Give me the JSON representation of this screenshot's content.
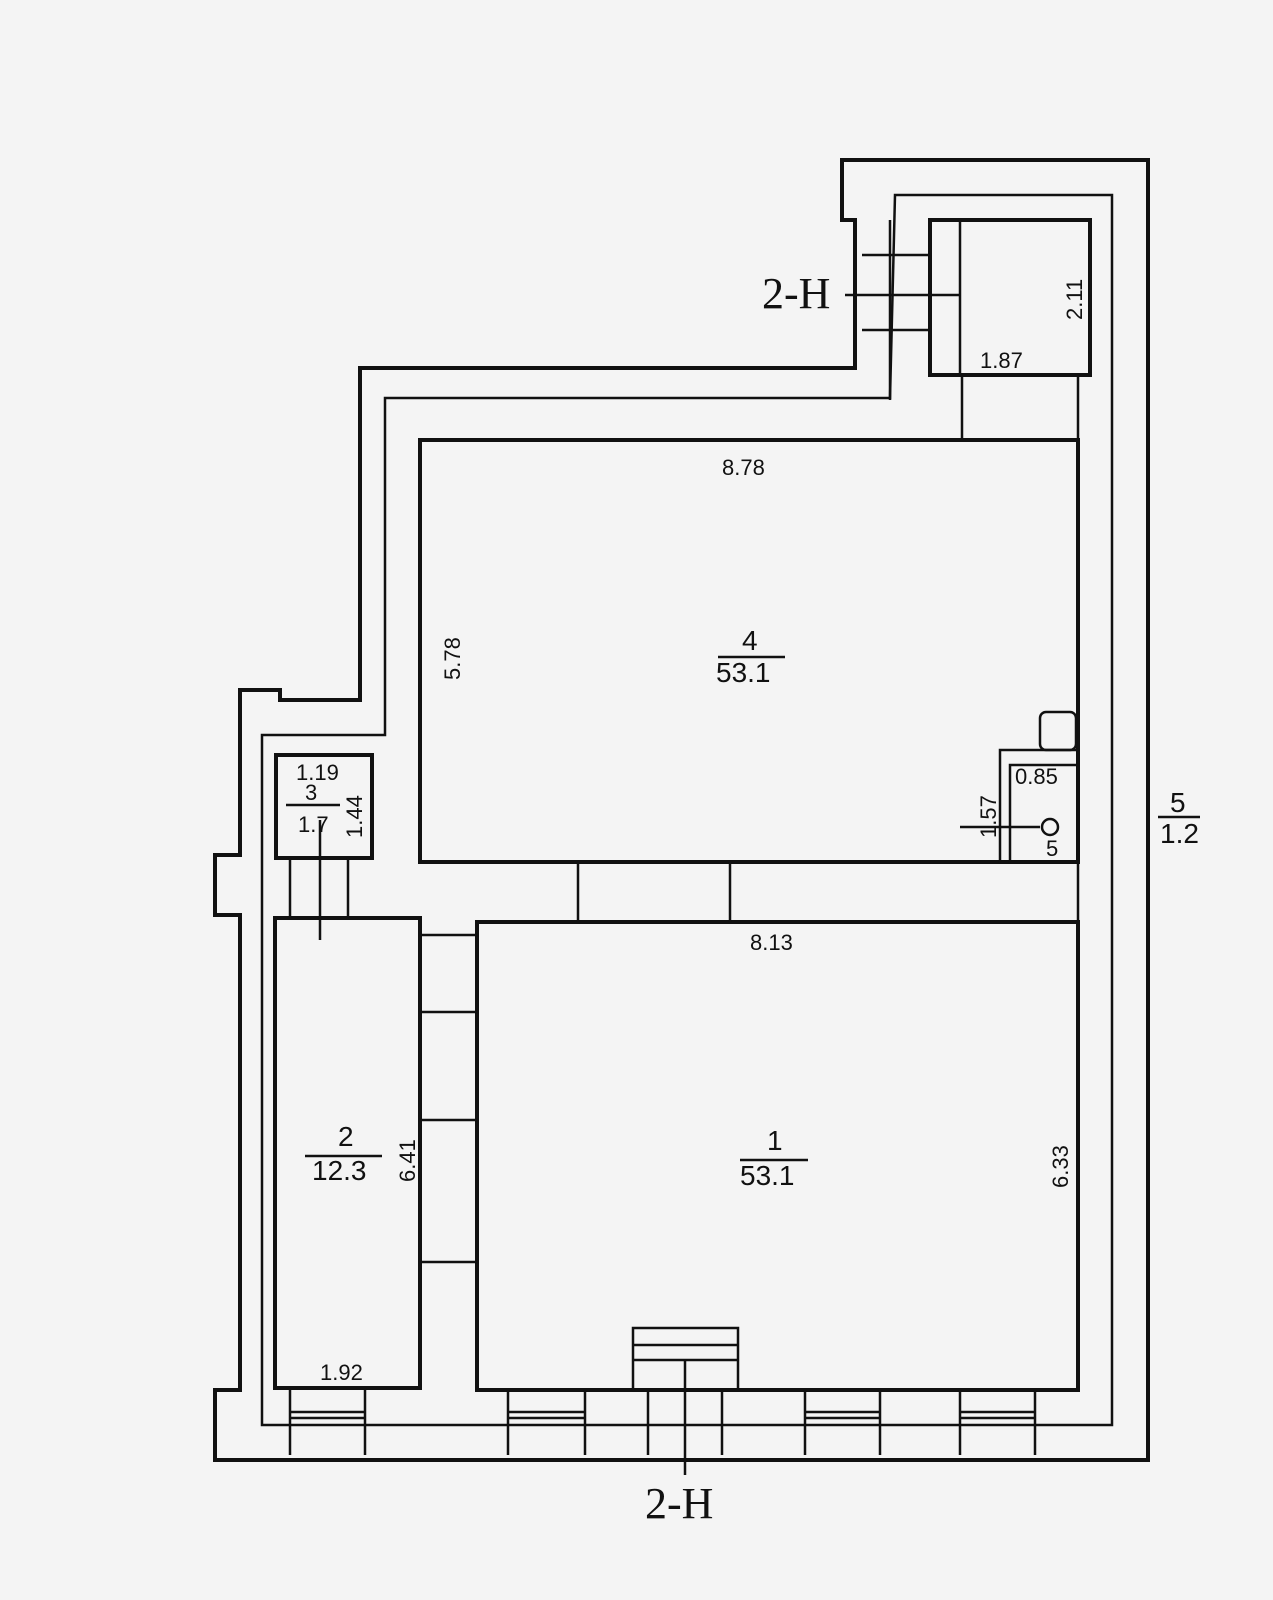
{
  "plan": {
    "section_marks": {
      "top": "2-Н",
      "bottom": "2-Н"
    },
    "rooms": {
      "r1": {
        "number": "1",
        "area": "53.1",
        "width": "8.13",
        "depth": "6.33"
      },
      "r2": {
        "number": "2",
        "area": "12.3",
        "width": "1.92",
        "depth": "6.41"
      },
      "r3": {
        "number": "3",
        "area": "1.7",
        "width": "1.19",
        "depth": "1.44"
      },
      "r4": {
        "number": "4",
        "area": "53.1",
        "width": "8.78",
        "depth": "5.78"
      },
      "r5": {
        "number": "5",
        "width": "0.85",
        "depth": "1.57"
      },
      "corridor": {
        "number": "5",
        "area": "1.2"
      },
      "stair": {
        "width": "1.87",
        "depth": "2.11"
      }
    }
  }
}
